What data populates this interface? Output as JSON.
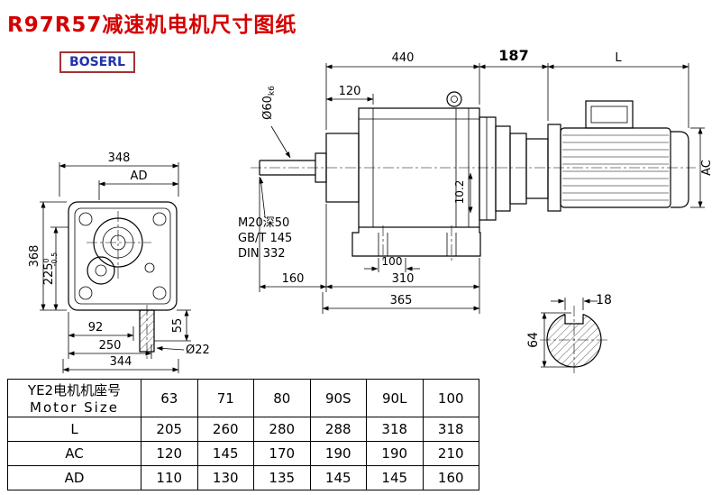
{
  "page": {
    "title": "R97R57减速机电机尺寸图纸",
    "brand": "BOSERL"
  },
  "front_view": {
    "dim_348": "348",
    "dim_ad": "AD",
    "dim_368": "368",
    "dim_225": "225",
    "dim_225_tol_upper": "0",
    "dim_225_tol_lower": "-0.5",
    "dim_92": "92",
    "dim_250": "250",
    "dim_344": "344",
    "dim_55": "55",
    "dim_d22": "Ø22"
  },
  "side_view": {
    "dim_440": "440",
    "dim_187": "187",
    "dim_L": "L",
    "dim_120": "120",
    "shaft_diameter": "Ø60",
    "shaft_tolerance": "k6",
    "tap_note_line1": "M20深50",
    "tap_note_line2": "GB/T 145",
    "tap_note_line3": "DIN 332",
    "dim_10_2": "10.2",
    "dim_100": "100",
    "dim_160": "160",
    "dim_310": "310",
    "dim_365": "365",
    "dim_AC": "AC"
  },
  "shaft_section": {
    "dim_18": "18",
    "dim_64": "64"
  },
  "table": {
    "header_cn": "YE2电机机座号",
    "header_en": "Motor Size",
    "sizes": [
      "63",
      "71",
      "80",
      "90S",
      "90L",
      "100"
    ],
    "rows": [
      {
        "label": "L",
        "values": [
          "205",
          "260",
          "280",
          "288",
          "318",
          "318"
        ]
      },
      {
        "label": "AC",
        "values": [
          "120",
          "145",
          "170",
          "190",
          "190",
          "210"
        ]
      },
      {
        "label": "AD",
        "values": [
          "110",
          "130",
          "135",
          "145",
          "145",
          "160"
        ]
      }
    ]
  }
}
